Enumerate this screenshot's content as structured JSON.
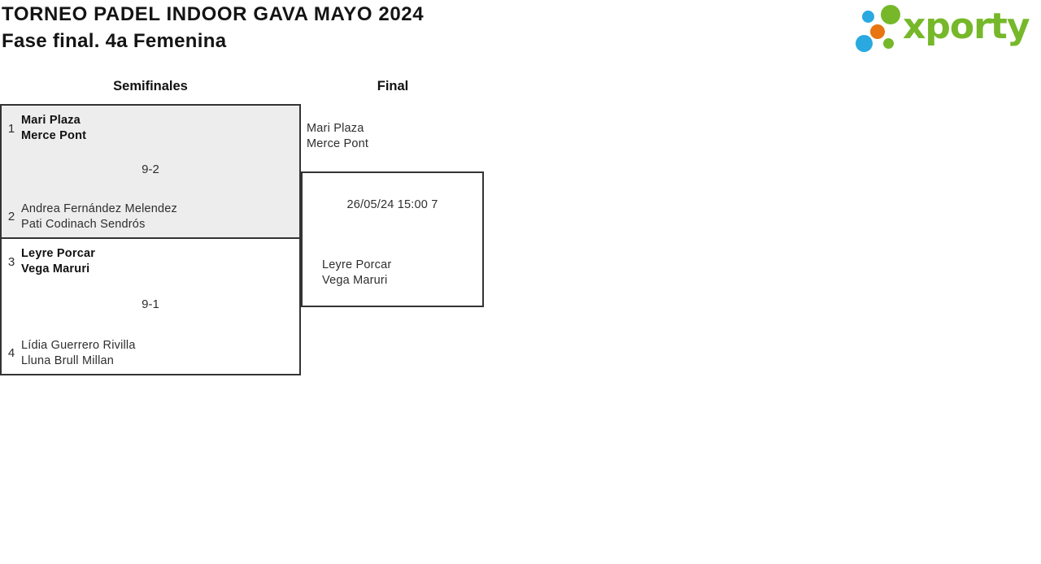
{
  "header": {
    "title": "TORNEO PADEL INDOOR GAVA MAYO 2024",
    "subtitle": "Fase final. 4a Femenina"
  },
  "logo": {
    "brand": "xporty",
    "colors": {
      "green": "#76b82a",
      "blue": "#2aa9e0",
      "orange": "#e87511"
    }
  },
  "colors": {
    "box_shaded": "#ededed",
    "box_border": "#333333",
    "text": "#2e2e2e"
  },
  "bracket": {
    "rounds": [
      {
        "label": "Semifinales"
      },
      {
        "label": "Final"
      }
    ],
    "semifinals": [
      {
        "seed_top": "1",
        "team_top": [
          "Mari Plaza",
          "Merce Pont"
        ],
        "team_top_winner": true,
        "score": "9-2",
        "seed_bottom": "2",
        "team_bottom": [
          "Andrea Fernández Melendez",
          "Pati Codinach Sendrós"
        ],
        "team_bottom_winner": false
      },
      {
        "seed_top": "3",
        "team_top": [
          "Leyre Porcar",
          "Vega Maruri"
        ],
        "team_top_winner": true,
        "score": "9-1",
        "seed_bottom": "4",
        "team_bottom": [
          "Lídia Guerrero Rivilla",
          "Lluna Brull Millan"
        ],
        "team_bottom_winner": false
      }
    ],
    "final": {
      "team_top": [
        "Mari Plaza",
        "Merce Pont"
      ],
      "schedule": "26/05/24 15:00 7",
      "team_bottom": [
        "Leyre Porcar",
        "Vega Maruri"
      ]
    }
  }
}
